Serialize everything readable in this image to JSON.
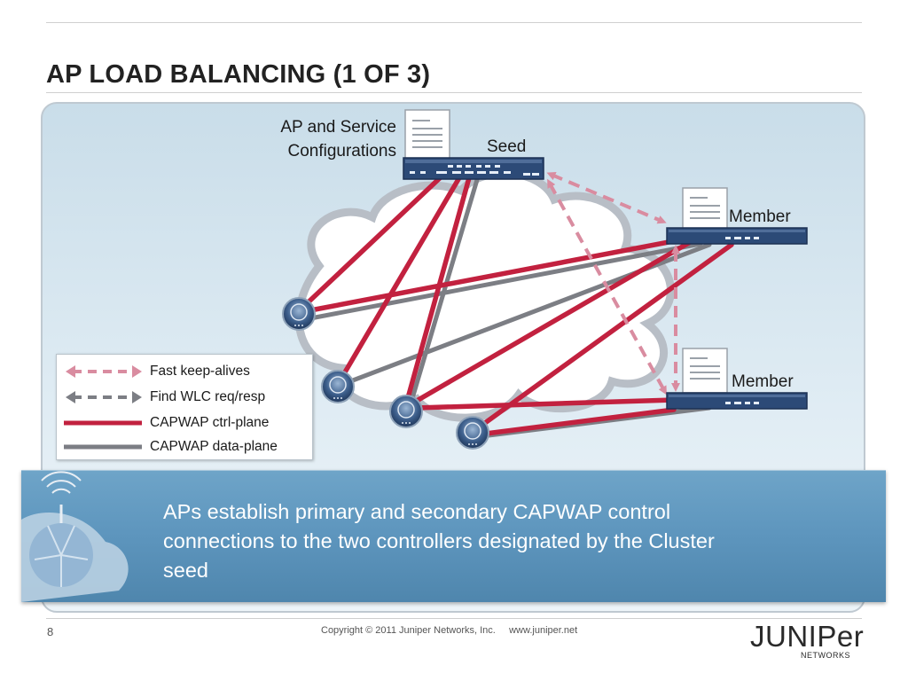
{
  "slide": {
    "title": "AP LOAD BALANCING (1 OF 3)",
    "page_number": "8",
    "copyright": "Copyright © 2011 Juniper Networks, Inc.     www.juniper.net",
    "logo_text": "JUNIPer",
    "logo_subtext": "NETWORKS"
  },
  "diagram": {
    "config_label_line1": "AP and Service",
    "config_label_line2": "Configurations",
    "seed_label": "Seed",
    "member_top_label": "Member",
    "member_bottom_label": "Member"
  },
  "legend": {
    "items": [
      {
        "label": "Fast keep-alives",
        "style": "dashed-pink"
      },
      {
        "label": "Find WLC req/resp",
        "style": "dashed-gray"
      },
      {
        "label": "CAPWAP ctrl-plane",
        "style": "solid-red"
      },
      {
        "label": "CAPWAP data-plane",
        "style": "solid-gray"
      }
    ]
  },
  "callout": {
    "text": "APs establish primary and secondary CAPWAP control connections to the two controllers designated by the Cluster seed"
  },
  "colors": {
    "ctrl_plane": "#c2213f",
    "data_plane": "#7c7e84",
    "keepalive": "#d98ca0",
    "device": "#2c4a77",
    "callout_bg": "#5d95bd"
  }
}
